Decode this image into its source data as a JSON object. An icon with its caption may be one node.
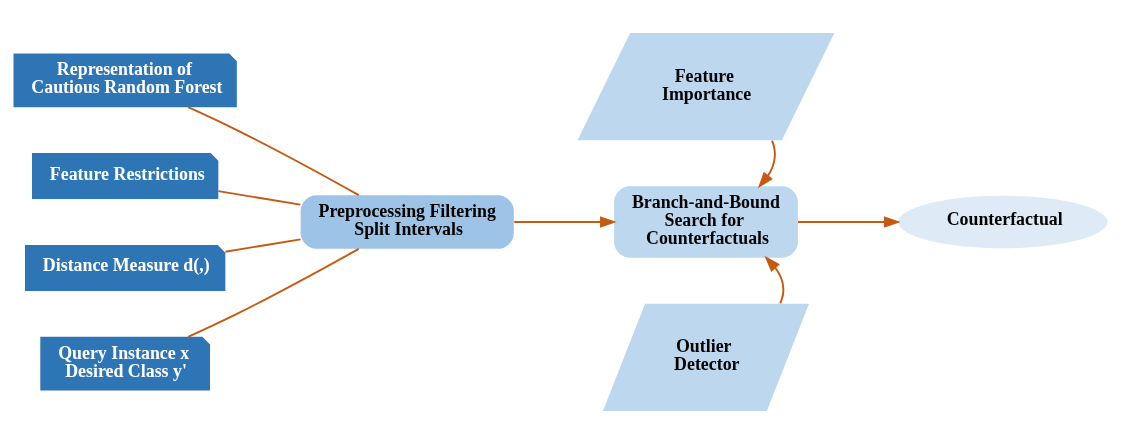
{
  "diagram": {
    "nodes": [
      {
        "text": [
          "Representation of Cautious Random Forest"
        ]
      },
      {
        "text": [
          "Feature Restrictions"
        ]
      },
      {
        "text": [
          "Distance Measure d(,)"
        ]
      },
      {
        "text": [
          "Query Instance x Desired Class y'"
        ]
      },
      {
        "text": [
          "Preprocessing Filtering Split Intervals"
        ]
      },
      {
        "text": [
          "Feature Importance"
        ]
      },
      {
        "text": [
          "Branch-and-Bound Search for Counterfactuals"
        ]
      },
      {
        "text": [
          "Outlier Detector"
        ]
      },
      {
        "text": [
          "Counterfactual"
        ]
      }
    ],
    "edges": [
      {
        "from": 0,
        "to": 4,
        "arrow": "none"
      },
      {
        "from": 1,
        "to": 4,
        "arrow": "none"
      },
      {
        "from": 2,
        "to": 4,
        "arrow": "none"
      },
      {
        "from": 3,
        "to": 4,
        "arrow": "none"
      },
      {
        "from": 4,
        "to": 6,
        "arrow": "to"
      },
      {
        "from": 5,
        "to": 6,
        "arrow": "to"
      },
      {
        "from": 7,
        "to": 6,
        "arrow": "to"
      },
      {
        "from": 6,
        "to": 8,
        "arrow": "to"
      }
    ]
  }
}
